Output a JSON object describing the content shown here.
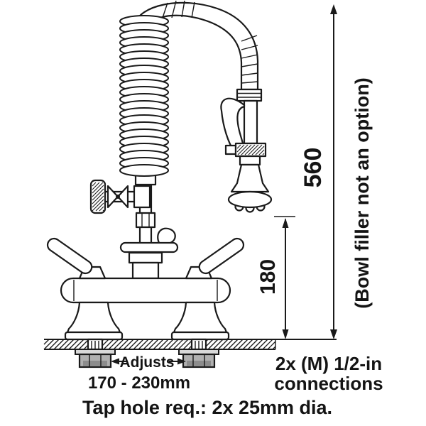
{
  "diagram": {
    "labels": {
      "overall_height": "560",
      "spray_clearance": "180",
      "bowl_filler_note": "(Bowl filler not an option)",
      "adjusts": "Adjusts",
      "adjust_range": "170 - 230mm",
      "connections_line1": "2x (M) 1/2-in",
      "connections_line2": "connections",
      "tap_hole_req": "Tap hole req.: 2x 25mm dia."
    },
    "colors": {
      "line": "#1a1a1a",
      "background": "#ffffff",
      "nut_fill": "#b0b0b0"
    }
  }
}
